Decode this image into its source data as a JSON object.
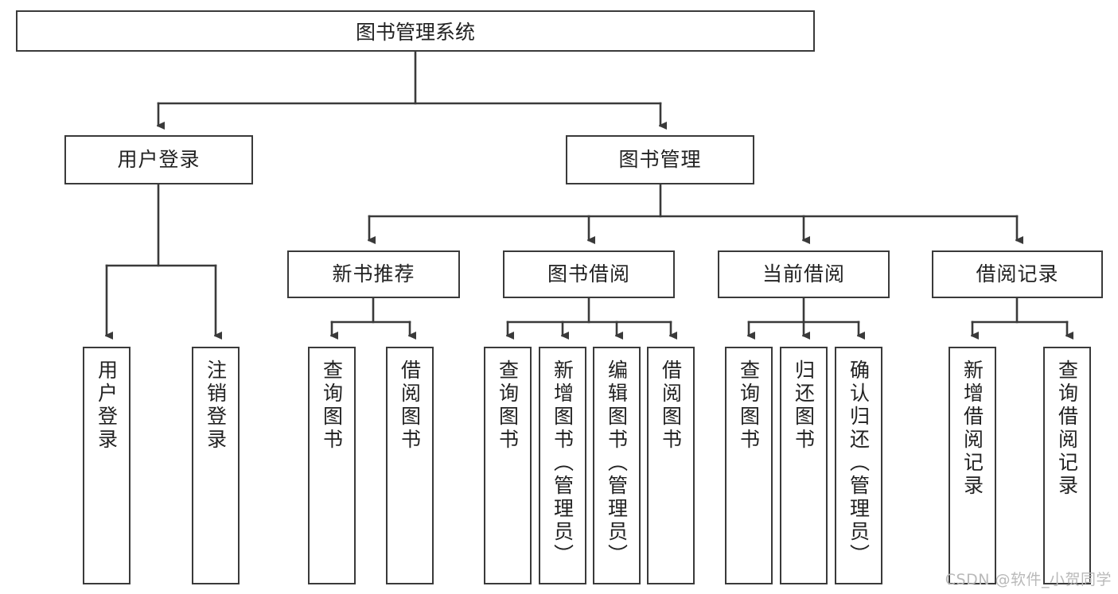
{
  "diagram": {
    "title": "图书管理系统",
    "type": "tree-hierarchy-diagram",
    "watermark": "CSDN @软件_小贺同学",
    "colors": {
      "background": "#ffffff",
      "box_border": "#3a3a3a",
      "box_fill": "#ffffff",
      "text": "#222222",
      "connector": "#3a3a3a",
      "watermark": "#b9b9b9"
    },
    "root": {
      "label": "图书管理系统"
    },
    "level2": [
      {
        "label": "用户登录"
      },
      {
        "label": "图书管理"
      }
    ],
    "level3": [
      {
        "label": "新书推荐"
      },
      {
        "label": "图书借阅"
      },
      {
        "label": "当前借阅"
      },
      {
        "label": "借阅记录"
      }
    ],
    "leaves": {
      "user_login": [
        {
          "label": "用户登录"
        },
        {
          "label": "注销登录"
        }
      ],
      "new_book": [
        {
          "label": "查询图书"
        },
        {
          "label": "借阅图书"
        }
      ],
      "book_borrow": [
        {
          "label": "查询图书"
        },
        {
          "label": "新增图书（管理员）"
        },
        {
          "label": "编辑图书（管理员）"
        },
        {
          "label": "借阅图书"
        }
      ],
      "current_borrow": [
        {
          "label": "查询图书"
        },
        {
          "label": "归还图书"
        },
        {
          "label": "确认归还（管理员）"
        }
      ],
      "borrow_record": [
        {
          "label": "新增借阅记录"
        },
        {
          "label": "查询借阅记录"
        }
      ]
    }
  }
}
